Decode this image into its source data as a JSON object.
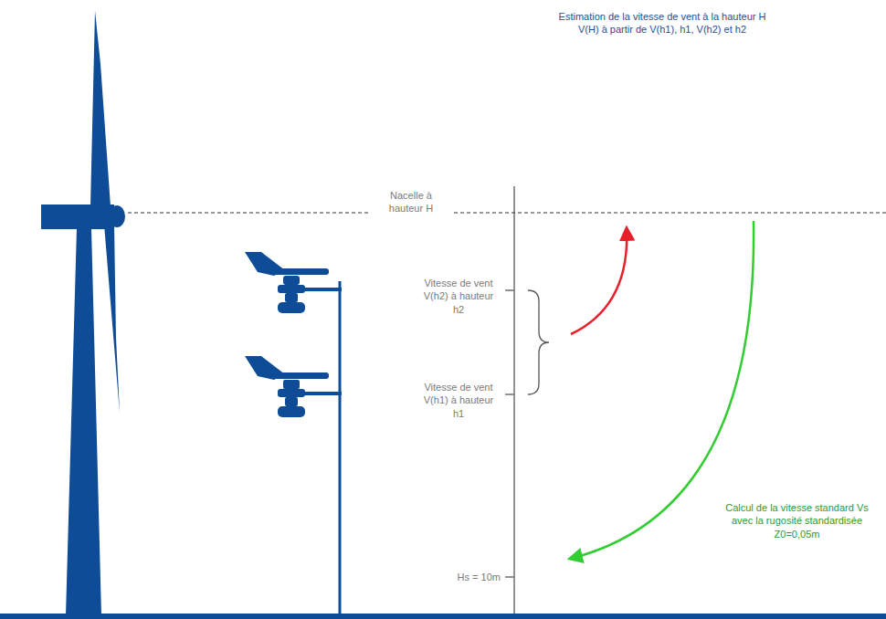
{
  "diagram": {
    "labels": [
      "Estimation de la vitesse de vent à la hauteur H V(H) à partir de V(h1), h1, V(h2) et h2",
      "Nacelle à hauteur H",
      "Vitesse de vent V(h2) à hauteur h2",
      "Vitesse de vent V(h1) à hauteur h1",
      "Hs = 10m",
      "Calcul de la vitesse standard Vs avec la rugosité standardisée Z0=0,05m"
    ]
  }
}
